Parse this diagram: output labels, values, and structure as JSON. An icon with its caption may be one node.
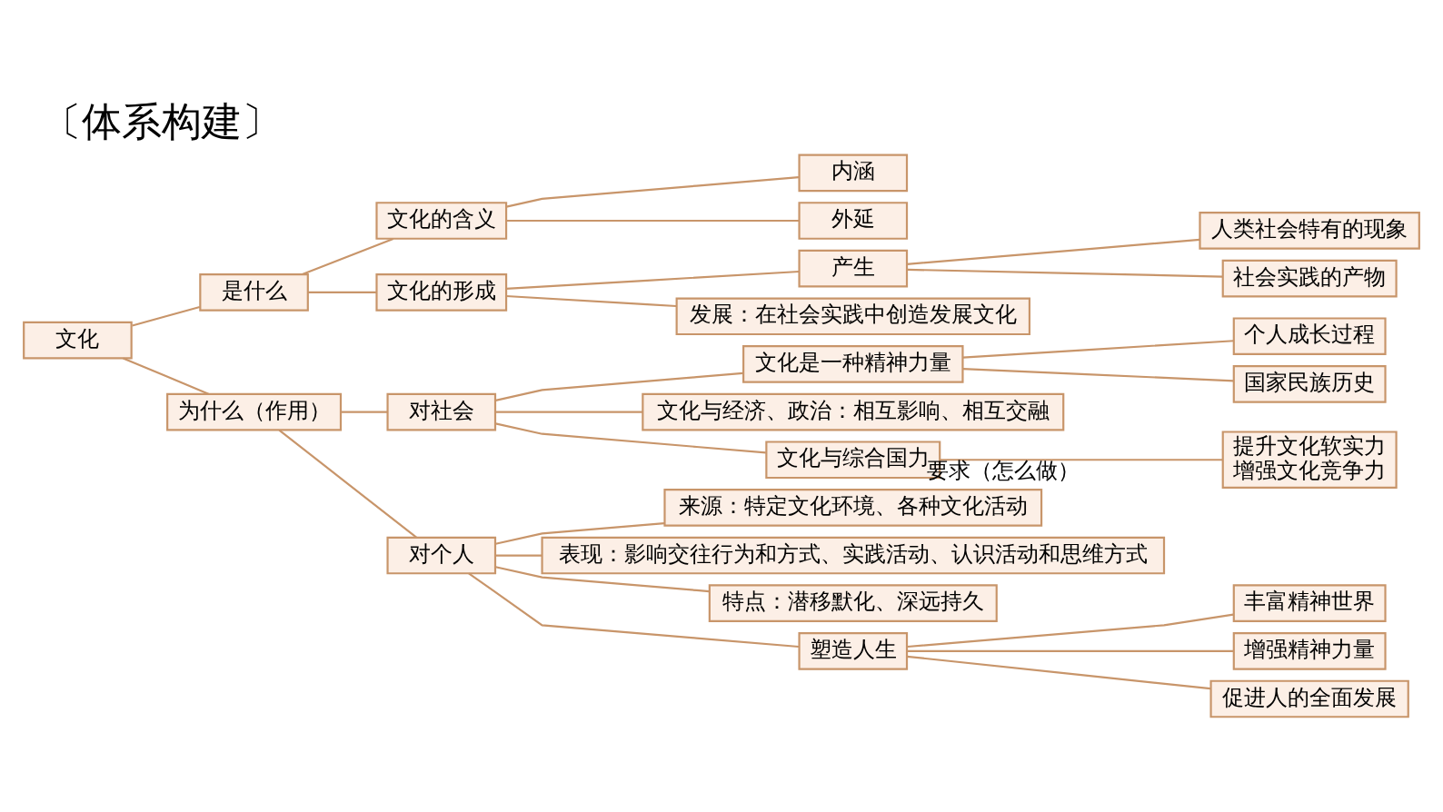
{
  "diagram": {
    "title": "〔体系构建〕",
    "nodes": [
      {
        "text": [
          "文化"
        ]
      },
      {
        "text": [
          "是什么"
        ]
      },
      {
        "text": [
          "文化的含义"
        ]
      },
      {
        "text": [
          "内涵"
        ]
      },
      {
        "text": [
          "外延"
        ]
      },
      {
        "text": [
          "文化的形成"
        ]
      },
      {
        "text": [
          "产生"
        ]
      },
      {
        "text": [
          "人类社会特有的现象"
        ]
      },
      {
        "text": [
          "社会实践的产物"
        ]
      },
      {
        "text": [
          "发展：在社会实践中创造发展文化"
        ]
      },
      {
        "text": [
          "为什么（作用）"
        ]
      },
      {
        "text": [
          "对社会"
        ]
      },
      {
        "text": [
          "文化是一种精神力量"
        ]
      },
      {
        "text": [
          "个人成长过程"
        ]
      },
      {
        "text": [
          "国家民族历史"
        ]
      },
      {
        "text": [
          "文化与经济、政治：相互影响、相互交融"
        ]
      },
      {
        "text": [
          "文化与综合国力"
        ]
      },
      {
        "text": [
          "提升文化软实力",
          "增强文化竞争力"
        ]
      },
      {
        "text": [
          "对个人"
        ]
      },
      {
        "text": [
          "来源：特定文化环境、各种文化活动"
        ]
      },
      {
        "text": [
          "表现：影响交往行为和方式、实践活动、认识活动和思维方式"
        ]
      },
      {
        "text": [
          "特点：潜移默化、深远持久"
        ]
      },
      {
        "text": [
          "塑造人生"
        ]
      },
      {
        "text": [
          "丰富精神世界"
        ]
      },
      {
        "text": [
          "增强精神力量"
        ]
      },
      {
        "text": [
          "促进人的全面发展"
        ]
      }
    ],
    "edges": [
      {
        "from": 0,
        "to": 1,
        "arrow": "none"
      },
      {
        "from": 1,
        "to": 2,
        "arrow": "none"
      },
      {
        "from": 2,
        "to": 3,
        "arrow": "none"
      },
      {
        "from": 2,
        "to": 4,
        "arrow": "none"
      },
      {
        "from": 1,
        "to": 5,
        "arrow": "none"
      },
      {
        "from": 5,
        "to": 6,
        "arrow": "none"
      },
      {
        "from": 6,
        "to": 7,
        "arrow": "none"
      },
      {
        "from": 6,
        "to": 8,
        "arrow": "none"
      },
      {
        "from": 5,
        "to": 9,
        "arrow": "none"
      },
      {
        "from": 0,
        "to": 10,
        "arrow": "none"
      },
      {
        "from": 10,
        "to": 11,
        "arrow": "none"
      },
      {
        "from": 11,
        "to": 12,
        "arrow": "none"
      },
      {
        "from": 12,
        "to": 13,
        "arrow": "none"
      },
      {
        "from": 12,
        "to": 14,
        "arrow": "none"
      },
      {
        "from": 11,
        "to": 15,
        "arrow": "none"
      },
      {
        "from": 11,
        "to": 16,
        "arrow": "none"
      },
      {
        "from": 16,
        "to": 17,
        "arrow": "none",
        "label": "要求（怎么做）"
      },
      {
        "from": 10,
        "to": 18,
        "arrow": "none"
      },
      {
        "from": 18,
        "to": 19,
        "arrow": "none"
      },
      {
        "from": 18,
        "to": 20,
        "arrow": "none"
      },
      {
        "from": 18,
        "to": 21,
        "arrow": "none"
      },
      {
        "from": 18,
        "to": 22,
        "arrow": "none"
      },
      {
        "from": 22,
        "to": 23,
        "arrow": "none"
      },
      {
        "from": 22,
        "to": 24,
        "arrow": "none"
      },
      {
        "from": 22,
        "to": 25,
        "arrow": "none"
      }
    ]
  }
}
